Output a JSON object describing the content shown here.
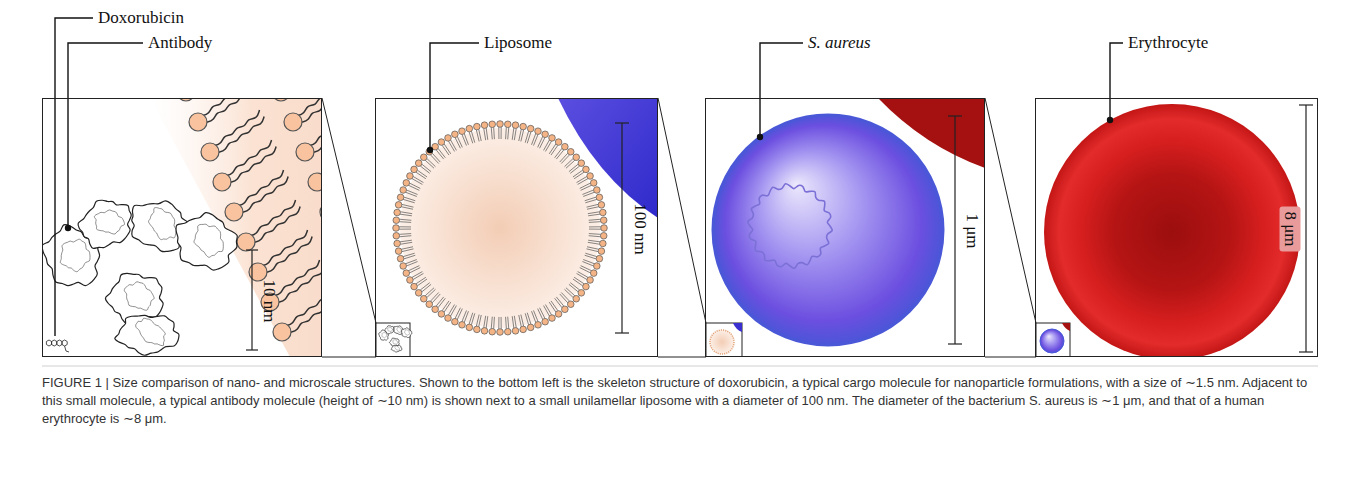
{
  "diagram": {
    "caption": "FIGURE 1 | Size comparison of nano- and microscale structures. Shown to the bottom left is the skeleton structure of doxorubicin, a typical cargo molecule for nanoparticle formulations, with a size of ∼1.5 nm. Adjacent to this small molecule, a typical antibody molecule (height of ∼10 nm) is shown next to a small unilamellar liposome with a diameter of 100 nm. The diameter of the bacterium S. aureus is ∼1 μm, and that of a human erythrocyte is ∼8 μm.",
    "nodes": [
      {
        "text": [
          "10 nm"
        ]
      },
      {
        "text": [
          "100 nm"
        ]
      },
      {
        "text": [
          "1 μm"
        ]
      },
      {
        "text": [
          "8 μm"
        ]
      }
    ],
    "labels": [
      "Doxorubicin",
      "Antibody",
      "Liposome",
      "S. aureus",
      "Erythrocyte"
    ]
  }
}
